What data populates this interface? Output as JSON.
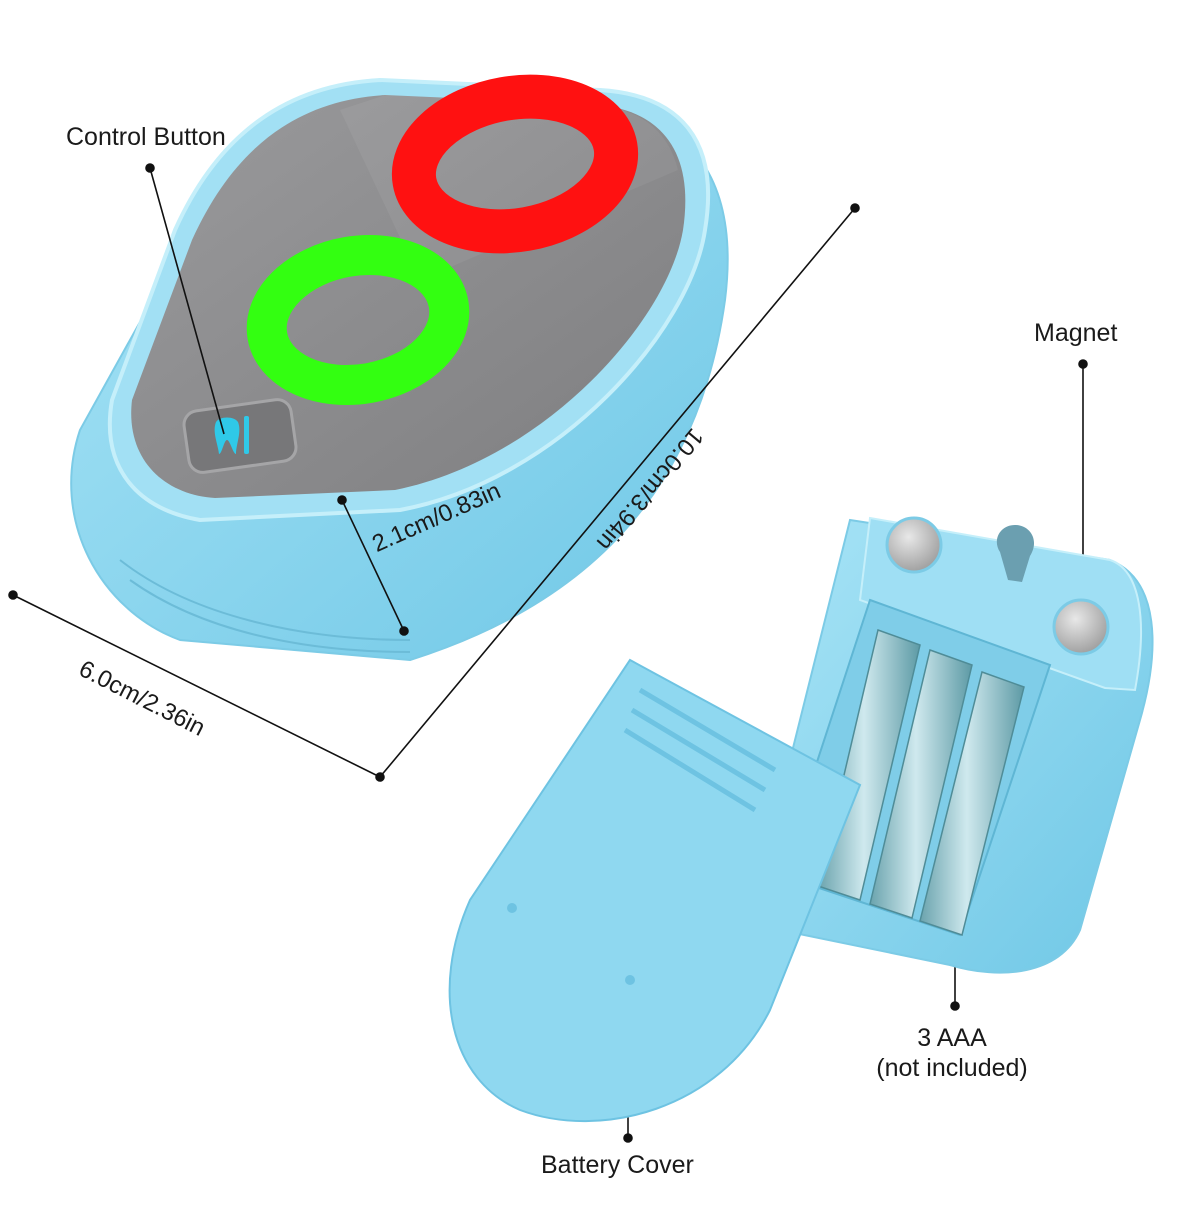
{
  "labels": {
    "control_button": "Control Button",
    "magnet": "Magnet",
    "battery_cover": "Battery Cover",
    "batteries_line1": "3 AAA",
    "batteries_line2": "(not included)"
  },
  "dimensions": {
    "height": "2.1cm/0.83in",
    "length": "10.0cm/3.94in",
    "width": "6.0cm/2.36in"
  },
  "colors": {
    "body_blue": "#8fd8f0",
    "body_blue_dark": "#6cc6e4",
    "panel_gray": "#8d8d8f",
    "ring_red": "#ff1111",
    "ring_green": "#33ff11",
    "button_icon": "#2fc9e8"
  },
  "icons": {
    "control_button_icon": "tooth-and-toothbrush-icon"
  }
}
